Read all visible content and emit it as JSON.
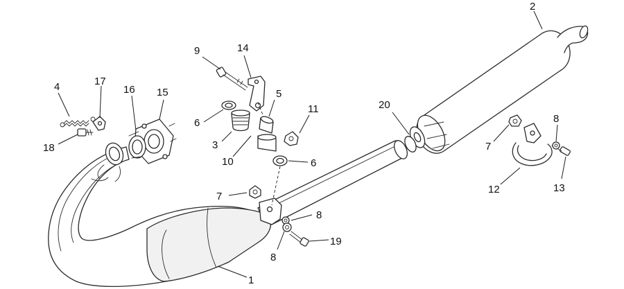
{
  "callouts": [
    {
      "id": "c1",
      "label": "1"
    },
    {
      "id": "c2",
      "label": "2"
    },
    {
      "id": "c3",
      "label": "3"
    },
    {
      "id": "c4",
      "label": "4"
    },
    {
      "id": "c5",
      "label": "5"
    },
    {
      "id": "c6a",
      "label": "6"
    },
    {
      "id": "c6b",
      "label": "6"
    },
    {
      "id": "c7a",
      "label": "7"
    },
    {
      "id": "c7b",
      "label": "7"
    },
    {
      "id": "c8a",
      "label": "8"
    },
    {
      "id": "c8b",
      "label": "8"
    },
    {
      "id": "c8c",
      "label": "8"
    },
    {
      "id": "c9",
      "label": "9"
    },
    {
      "id": "c10",
      "label": "10"
    },
    {
      "id": "c11",
      "label": "11"
    },
    {
      "id": "c12",
      "label": "12"
    },
    {
      "id": "c13",
      "label": "13"
    },
    {
      "id": "c14",
      "label": "14"
    },
    {
      "id": "c15",
      "label": "15"
    },
    {
      "id": "c16",
      "label": "16"
    },
    {
      "id": "c17",
      "label": "17"
    },
    {
      "id": "c18",
      "label": "18"
    },
    {
      "id": "c19",
      "label": "19"
    },
    {
      "id": "c20",
      "label": "20"
    }
  ]
}
